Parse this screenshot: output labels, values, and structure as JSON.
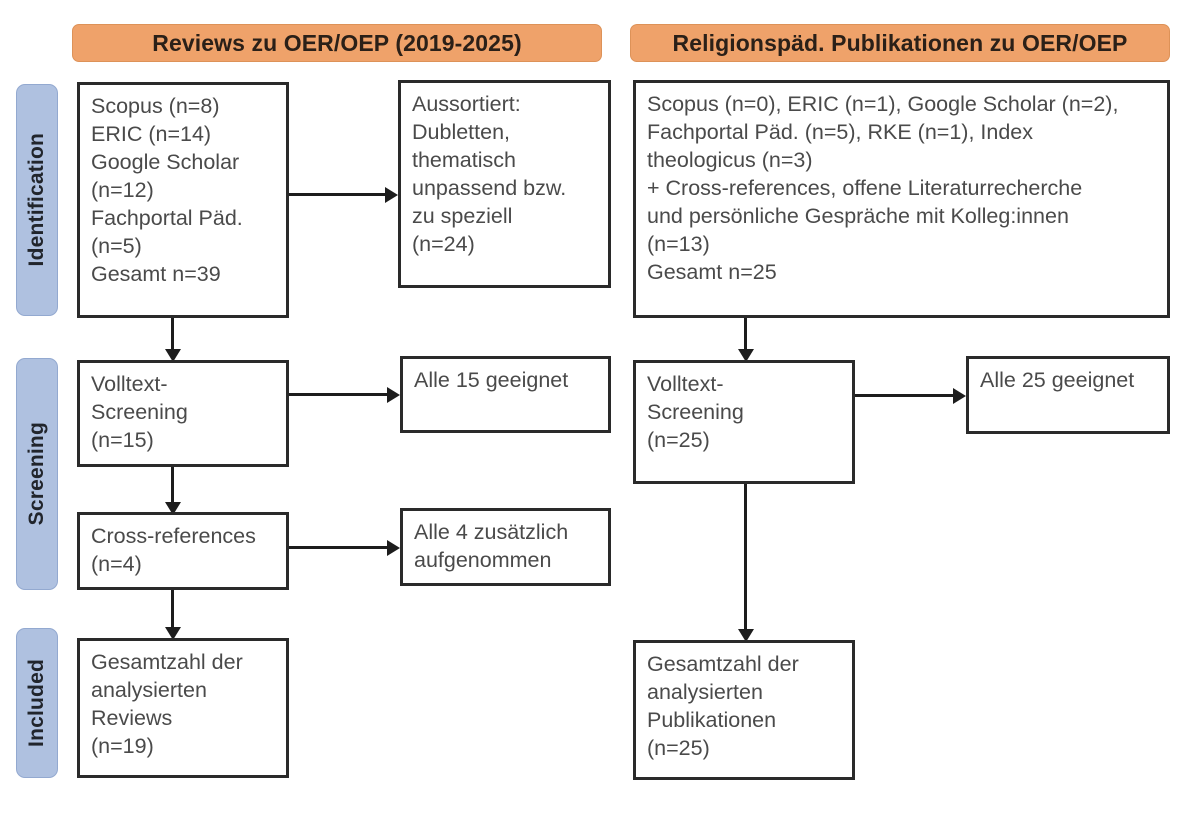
{
  "headers": [
    {
      "id": "left",
      "label": "Reviews zu OER/OEP (2019-2025)"
    },
    {
      "id": "right",
      "label": "Religionspäd. Publikationen zu OER/OEP"
    }
  ],
  "stages": [
    {
      "id": "identification",
      "label": "Identification"
    },
    {
      "id": "screening",
      "label": "Screening"
    },
    {
      "id": "included",
      "label": "Included"
    }
  ],
  "colors": {
    "header_fill": "#EFA26A",
    "header_border": "#dd9258",
    "stage_fill": "#AFC1E0",
    "stage_border": "#93a9d0",
    "box_border": "#2a2a2a",
    "text": "#4a4a4a",
    "connector": "#1d1d1d",
    "background": "#ffffff"
  },
  "boxes": {
    "left_sources": {
      "lines": [
        "Scopus (n=8)",
        "ERIC (n=14)",
        "Google Scholar",
        "(n=12)",
        "Fachportal Päd.",
        "(n=5)",
        "Gesamt n=39"
      ]
    },
    "left_excluded": {
      "lines": [
        "Aussortiert:",
        "Dubletten,",
        "thematisch",
        "unpassend bzw.",
        "zu speziell",
        "(n=24)"
      ]
    },
    "left_fulltext": {
      "lines": [
        "Volltext-",
        "Screening",
        "(n=15)"
      ]
    },
    "left_eligible": {
      "lines": [
        "Alle 15 geeignet"
      ]
    },
    "left_crossrefs": {
      "lines": [
        "Cross-references",
        "(n=4)"
      ]
    },
    "left_crossrefs_result": {
      "lines": [
        "Alle 4 zusätzlich",
        "aufgenommen"
      ]
    },
    "left_included": {
      "lines": [
        "Gesamtzahl der",
        "analysierten",
        "Reviews",
        "(n=19)"
      ]
    },
    "right_sources": {
      "lines": [
        "Scopus (n=0), ERIC (n=1), Google Scholar (n=2),",
        "Fachportal Päd. (n=5), RKE (n=1), Index",
        "theologicus (n=3)",
        "+ Cross-references, offene Literaturrecherche",
        "und persönliche Gespräche mit Kolleg:innen",
        "(n=13)",
        "Gesamt n=25"
      ]
    },
    "right_fulltext": {
      "lines": [
        "Volltext-",
        "Screening",
        "(n=25)"
      ]
    },
    "right_eligible": {
      "lines": [
        "Alle 25 geeignet"
      ]
    },
    "right_included": {
      "lines": [
        "Gesamtzahl der",
        "analysierten",
        "Publikationen",
        "(n=25)"
      ]
    }
  }
}
